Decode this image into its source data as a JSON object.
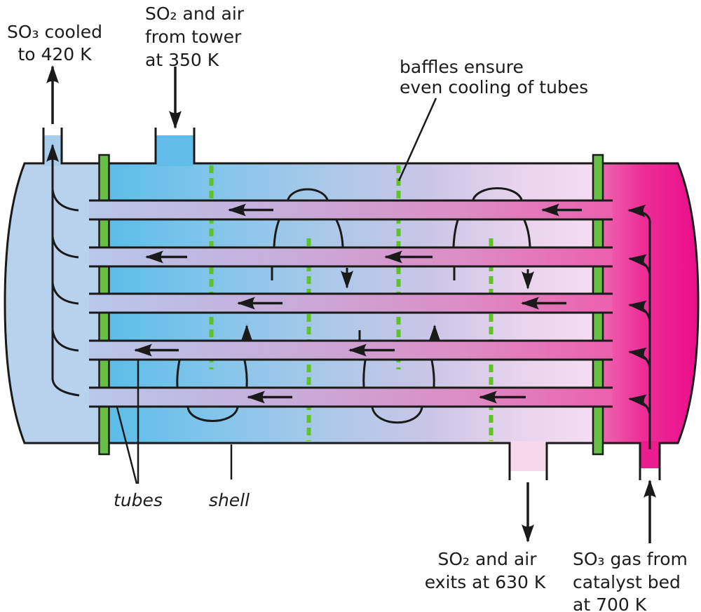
{
  "labels": {
    "so3_outlet": {
      "line1": "SO₃ cooled",
      "line2": "to 420 K"
    },
    "so2_inlet": {
      "line1": "SO₂ and air",
      "line2": "from tower",
      "line3": "at 350 K"
    },
    "baffle_note": {
      "line1": "baffles ensure",
      "line2": "even cooling of tubes"
    },
    "so2_exit": {
      "line1": "SO₂ and air",
      "line2": "exits at 630 K"
    },
    "so3_inlet": {
      "line1": "SO₃ gas from",
      "line2": "catalyst bed",
      "line3": "at 700 K"
    },
    "tubes_label": "tubes",
    "shell_label": "shell"
  },
  "colors": {
    "outline": "#1a1a1a",
    "left_cap_blue": "#b8d2ee",
    "shell_blue": "#5cbde9",
    "shell_blue2": "#7cc4ea",
    "shell_mid_blue": "#abc9e9",
    "shell_lavender": "#c9c5e7",
    "shell_pink_light": "#e8d4ec",
    "shell_pink": "#f4ddf1",
    "cap_magenta_light": "#ee67b2",
    "cap_magenta_mid": "#ec2d96",
    "cap_magenta": "#eb0d8a",
    "tube_left": "#b9c8e9",
    "tube_mid": "#c6afdc",
    "tube_pink_mid": "#dd8cc5",
    "tube_pink": "#ec5fae",
    "sheet_green": "#67bf44",
    "baffle_green": "#5ec228",
    "port_so3_out_fill": "#aacdec",
    "port_so2_in_fill": "#62bee8",
    "port_so2_exit_fill": "#f6d8ec",
    "port_so3_in_fill": "#eb1c8e"
  }
}
